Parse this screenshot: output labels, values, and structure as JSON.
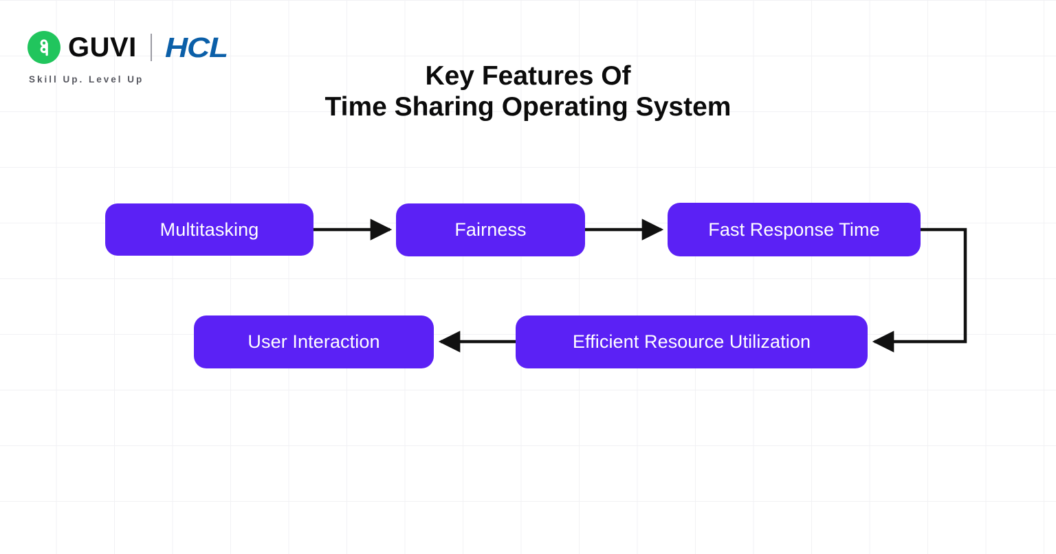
{
  "brand": {
    "logo_icon": "guvi-circle-g-icon",
    "name": "GUVI",
    "partner": "HCL",
    "tagline": "Skill Up. Level Up",
    "colors": {
      "guvi_mark_green": "#21C55D",
      "guvi_word_black": "#0B0B0B",
      "hcl_blue": "#0B5FA8",
      "tagline_gray": "#55565E"
    }
  },
  "title": {
    "line1": "Key Features Of",
    "line2": "Time Sharing Operating System",
    "color": "#0B0B0B"
  },
  "diagram": {
    "type": "flowchart",
    "node_fill": "#5B21F5",
    "node_text_color": "#FFFFFF",
    "connector_color": "#111111",
    "nodes": [
      {
        "id": "multitasking",
        "label": "Multitasking",
        "row": 1,
        "order": 1
      },
      {
        "id": "fairness",
        "label": "Fairness",
        "row": 1,
        "order": 2
      },
      {
        "id": "fast-response",
        "label": "Fast Response Time",
        "row": 1,
        "order": 3
      },
      {
        "id": "efficient",
        "label": "Efficient Resource Utilization",
        "row": 2,
        "order": 4
      },
      {
        "id": "user-interaction",
        "label": "User Interaction",
        "row": 2,
        "order": 5
      }
    ],
    "edges": [
      {
        "from": "multitasking",
        "to": "fairness",
        "direction": "right"
      },
      {
        "from": "fairness",
        "to": "fast-response",
        "direction": "right"
      },
      {
        "from": "fast-response",
        "to": "efficient",
        "direction": "wrap-down-left"
      },
      {
        "from": "efficient",
        "to": "user-interaction",
        "direction": "left"
      }
    ]
  },
  "background": {
    "color": "#FFFFFF",
    "grid_line_color": "#F1F1F4"
  }
}
